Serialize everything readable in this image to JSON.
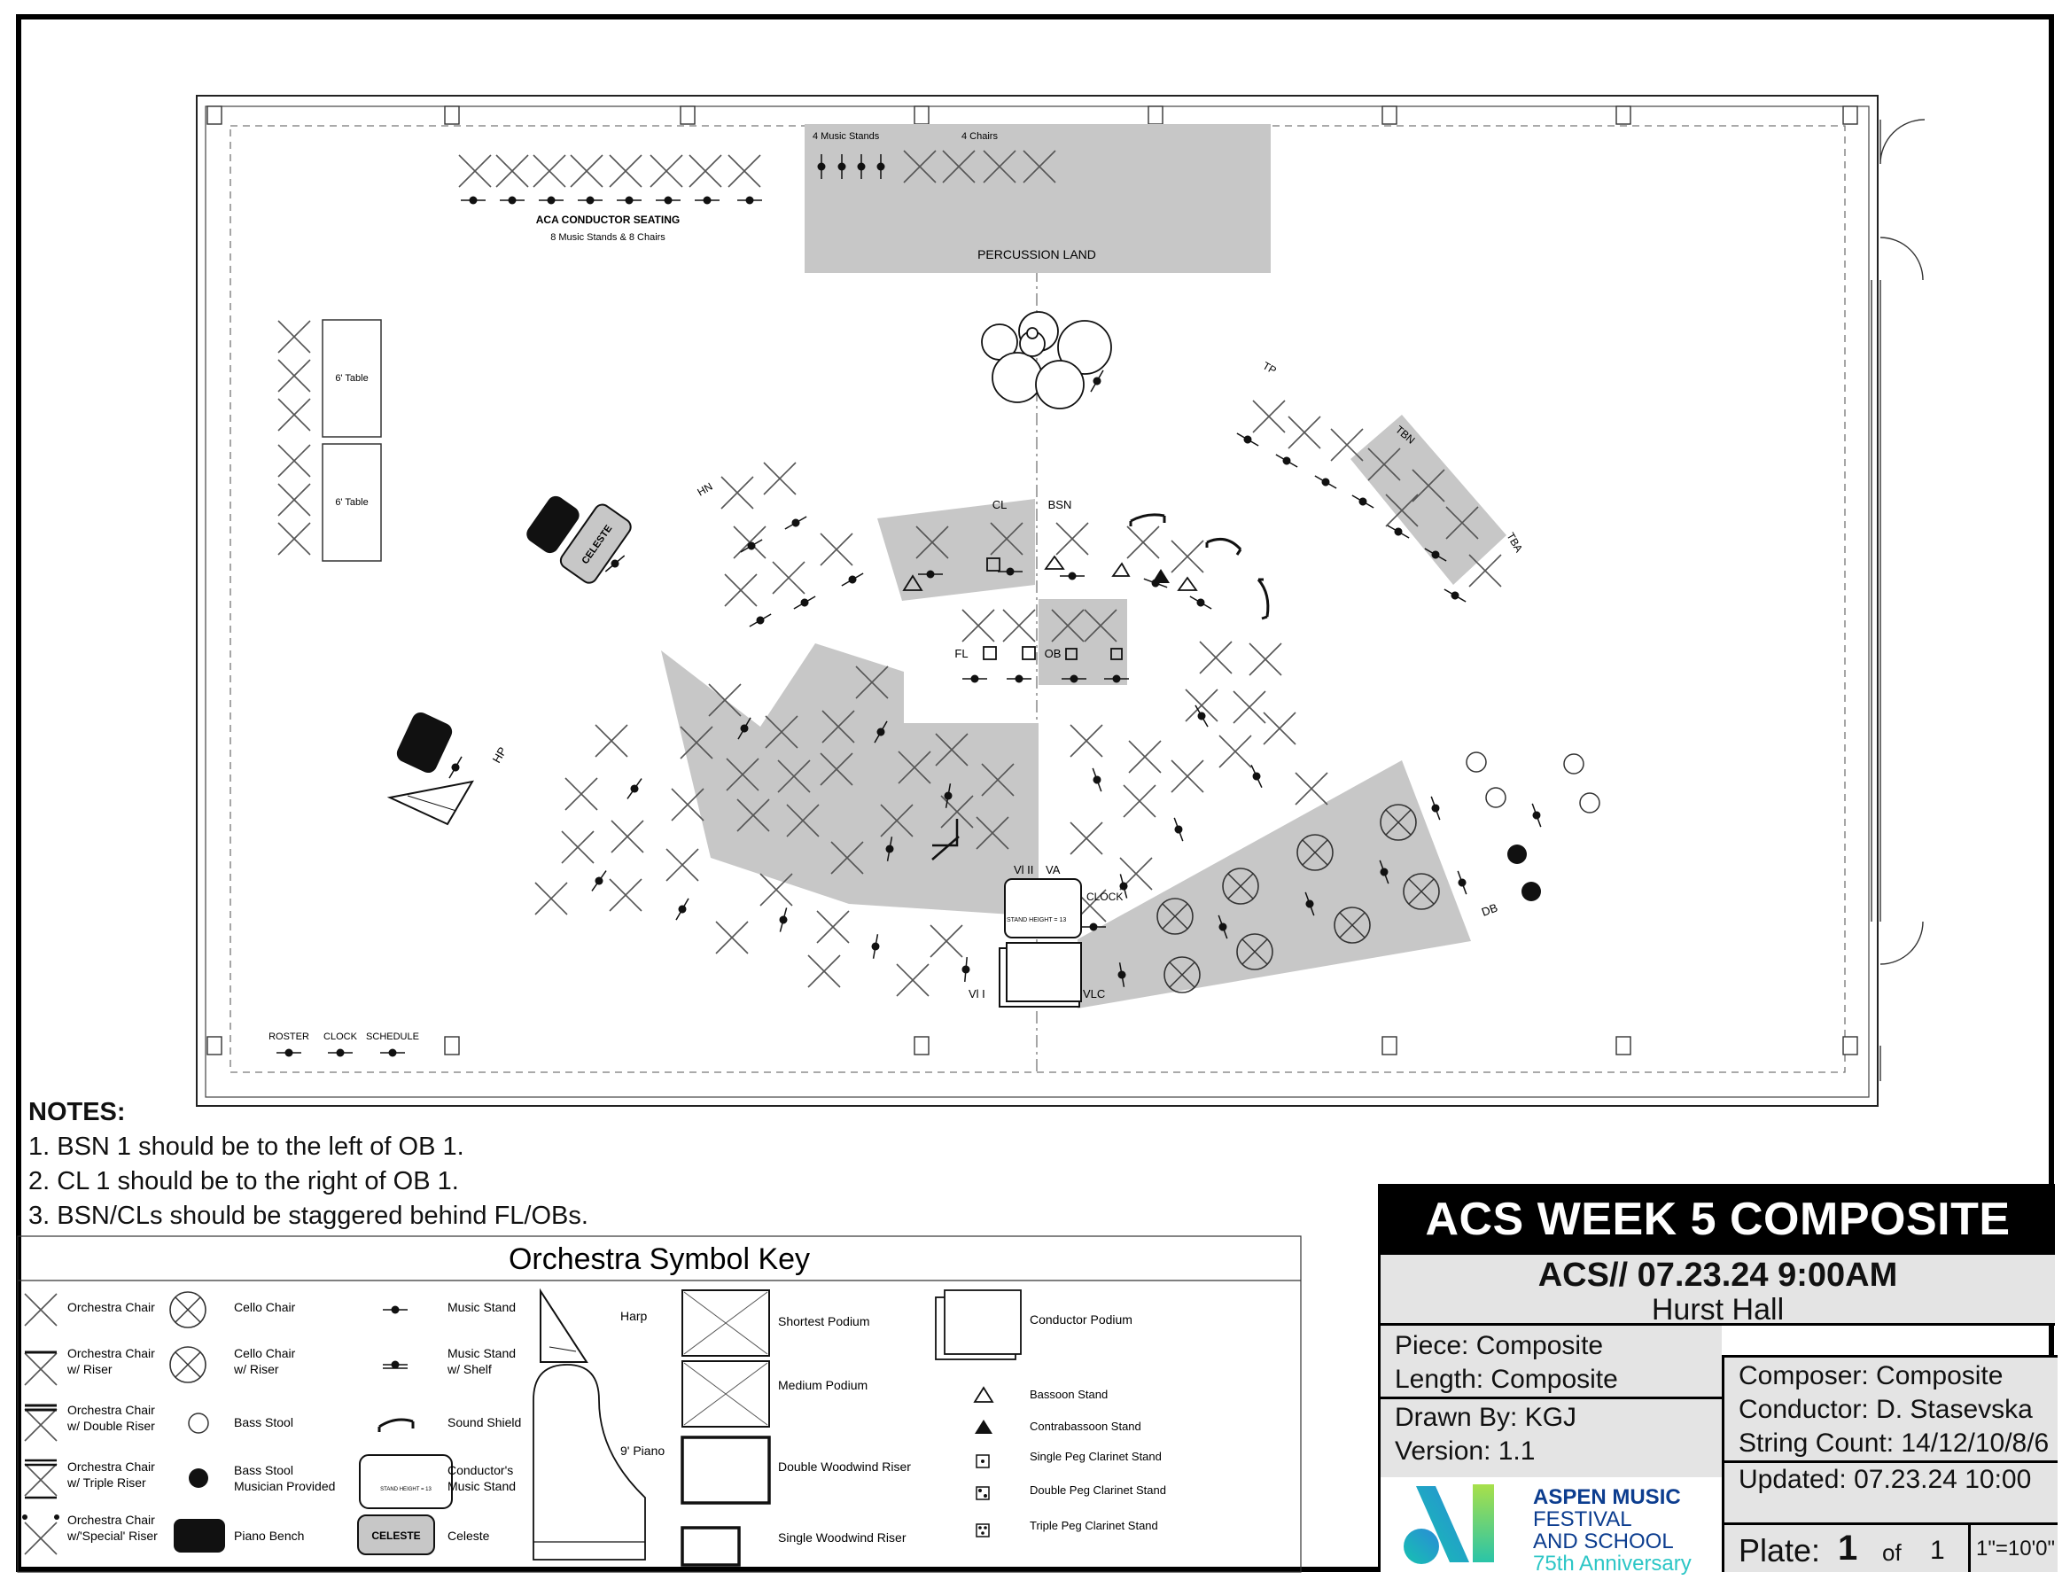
{
  "plan": {
    "labels": {
      "music_stands_4": "4 Music Stands",
      "chairs_4": "4 Chairs",
      "percussion_land": "PERCUSSION LAND",
      "aca_title": "ACA CONDUCTOR SEATING",
      "aca_sub": "8 Music Stands & 8 Chairs",
      "table": "6' Table",
      "celeste": "CELESTE",
      "hn": "HN",
      "cl": "CL",
      "bsn": "BSN",
      "tp": "TP",
      "tbn": "TBN",
      "tba": "TBA",
      "fl": "FL",
      "ob": "OB",
      "hp": "HP",
      "vl2": "Vl II",
      "va": "VA",
      "clock": "CLOCK",
      "stand_height": "STAND HEIGHT = 13",
      "vl1": "Vl I",
      "vlc": "VLC",
      "db": "DB",
      "roster": "ROSTER",
      "clock2": "CLOCK",
      "schedule": "SCHEDULE"
    }
  },
  "notes": {
    "heading": "NOTES:",
    "items": [
      "1. BSN 1 should be to the left of OB 1.",
      "2. CL 1 should be to the right of OB 1.",
      "3. BSN/CLs should be staggered behind FL/OBs."
    ]
  },
  "key": {
    "title": "Orchestra Symbol Key",
    "orchestra_chair": "Orchestra Chair",
    "orchestra_chair_riser": [
      "Orchestra Chair",
      "w/ Riser"
    ],
    "orchestra_chair_double": [
      "Orchestra Chair",
      "w/ Double Riser"
    ],
    "orchestra_chair_triple": [
      "Orchestra Chair",
      "w/ Triple Riser"
    ],
    "orchestra_chair_special": [
      "Orchestra Chair",
      "w/'Special' Riser"
    ],
    "cello_chair": "Cello Chair",
    "cello_chair_riser": [
      "Cello Chair",
      "w/ Riser"
    ],
    "bass_stool": "Bass Stool",
    "bass_stool_provided": [
      "Bass Stool",
      "Musician Provided"
    ],
    "piano_bench": "Piano Bench",
    "music_stand": "Music Stand",
    "music_stand_shelf": [
      "Music Stand",
      "w/ Shelf"
    ],
    "sound_shield": "Sound Shield",
    "conductors_stand": [
      "Conductor's",
      "Music Stand"
    ],
    "stand_height": "STAND HEIGHT = 13",
    "celeste": "Celeste",
    "celeste_tag": "CELESTE",
    "harp": "Harp",
    "piano": "9' Piano",
    "shortest_podium": "Shortest Podium",
    "medium_podium": "Medium Podium",
    "double_ww_riser": "Double Woodwind Riser",
    "single_ww_riser": "Single Woodwind Riser",
    "conductor_podium": "Conductor Podium",
    "bassoon_stand": "Bassoon Stand",
    "contrabassoon_stand": "Contrabassoon Stand",
    "single_peg": "Single Peg Clarinet Stand",
    "double_peg": "Double Peg Clarinet Stand",
    "triple_peg": "Triple Peg Clarinet Stand"
  },
  "title_block": {
    "title": "ACS WEEK 5 COMPOSITE",
    "date_line": "ACS// 07.23.24 9:00AM",
    "venue": "Hurst Hall",
    "piece": "Piece: Composite",
    "length": "Length:  Composite",
    "drawn_by": "Drawn By: KGJ",
    "version": "Version:  1.1",
    "composer": "Composer:  Composite",
    "conductor": "Conductor: D. Stasevska",
    "string_count": "String Count: 14/12/10/8/6",
    "updated": "Updated: 07.23.24 10:00",
    "plate_label": "Plate:",
    "plate_num": "1",
    "plate_of": "of",
    "plate_total": "1",
    "scale": "1\"=10'0\"",
    "logo": {
      "line1": "ASPEN MUSIC",
      "line2": "FESTIVAL",
      "line3": "AND SCHOOL",
      "line4": "75th Anniversary"
    }
  }
}
